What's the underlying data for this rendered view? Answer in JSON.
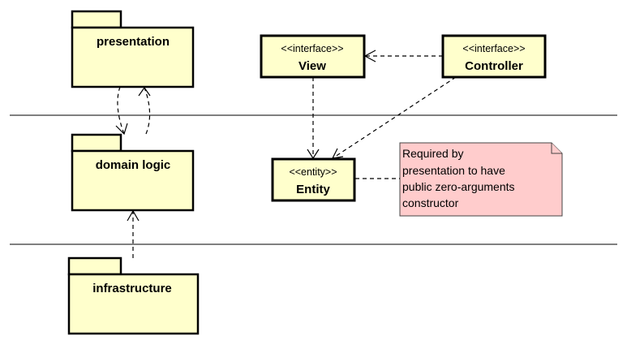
{
  "packages": {
    "presentation": "presentation",
    "domain_logic": "domain logic",
    "infrastructure": "infrastructure"
  },
  "classes": {
    "view": {
      "stereotype": "<<interface>>",
      "name": "View"
    },
    "controller": {
      "stereotype": "<<interface>>",
      "name": "Controller"
    },
    "entity": {
      "stereotype": "<<entity>>",
      "name": "Entity"
    }
  },
  "note": {
    "lines": [
      "Required by",
      "presentation to have",
      "public zero-arguments",
      "constructor"
    ]
  },
  "colors": {
    "element_fill": "#ffffcc",
    "note_fill": "#ffcccc",
    "stroke": "#000000"
  }
}
